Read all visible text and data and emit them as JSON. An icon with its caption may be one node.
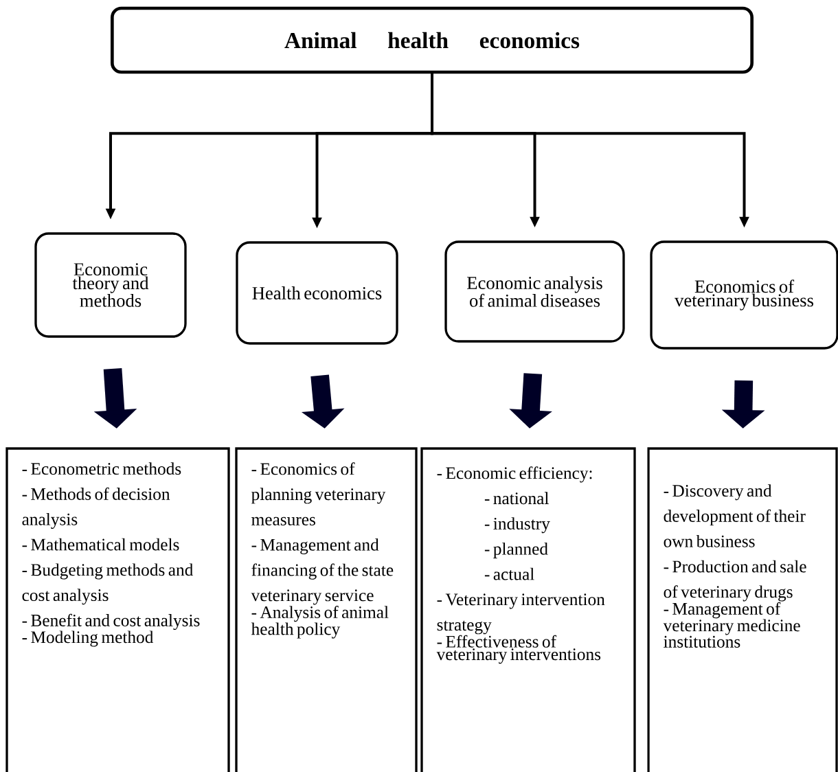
{
  "diagram": {
    "nodes": [
      {
        "text": [
          "Animal health economics"
        ]
      },
      {
        "text": [
          "Economic theory and methods"
        ]
      },
      {
        "text": [
          "Health economics"
        ]
      },
      {
        "text": [
          "Economic analysis of animal diseases"
        ]
      },
      {
        "text": [
          "Economics of veterinary business"
        ]
      },
      {
        "text": [
          "- Econometric methods",
          "- Methods of decision analysis",
          "- Mathematical models",
          "- Budgeting methods and cost analysis",
          "- Benefit and cost analysis",
          "- Modeling method"
        ]
      },
      {
        "text": [
          "- Economics of planning veterinary measures",
          "- Management and financing of the state veterinary service",
          "- Analysis of animal health policy"
        ]
      },
      {
        "text": [
          "- Economic efficiency:",
          "- national",
          "- industry",
          "- planned",
          "- actual",
          "- Veterinary intervention strategy",
          "- Effectiveness of veterinary interventions"
        ]
      },
      {
        "text": [
          "- Discovery and development of their own business",
          "- Production and sale of veterinary drugs",
          "- Management of veterinary medicine institutions"
        ]
      }
    ],
    "edges": [
      {
        "from": 0,
        "to": 1,
        "arrow": "to"
      },
      {
        "from": 0,
        "to": 2,
        "arrow": "to"
      },
      {
        "from": 0,
        "to": 3,
        "arrow": "to"
      },
      {
        "from": 0,
        "to": 4,
        "arrow": "to"
      },
      {
        "from": 1,
        "to": 5,
        "arrow": "to",
        "style": "thick"
      },
      {
        "from": 2,
        "to": 6,
        "arrow": "to",
        "style": "thick"
      },
      {
        "from": 3,
        "to": 7,
        "arrow": "to",
        "style": "thick"
      },
      {
        "from": 4,
        "to": 8,
        "arrow": "to",
        "style": "thick"
      }
    ]
  }
}
